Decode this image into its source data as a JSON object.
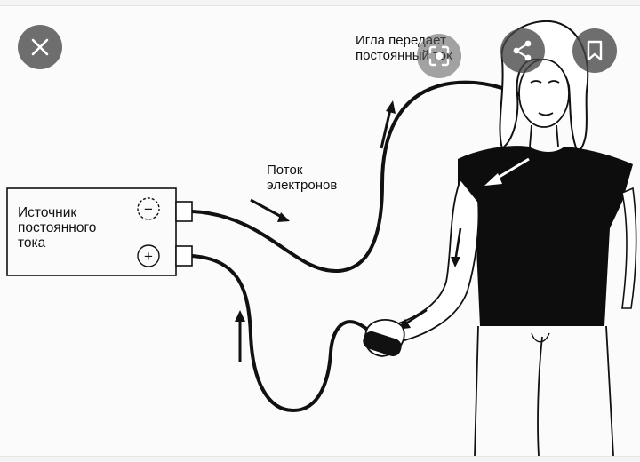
{
  "image": {
    "source_label": "Источник\nпостоянного\nтока",
    "minus_symbol": "−",
    "plus_symbol": "+",
    "flow_label": "Поток\nэлектронов",
    "needle_label": "Игла передает\nпостоянный ток"
  },
  "overlay": {
    "close_icon": "close-icon",
    "lens_icon": "lens-icon",
    "share_icon": "share-icon",
    "bookmark_icon": "bookmark-icon"
  },
  "colors": {
    "overlay_button": "#464646",
    "ink": "#111111"
  }
}
